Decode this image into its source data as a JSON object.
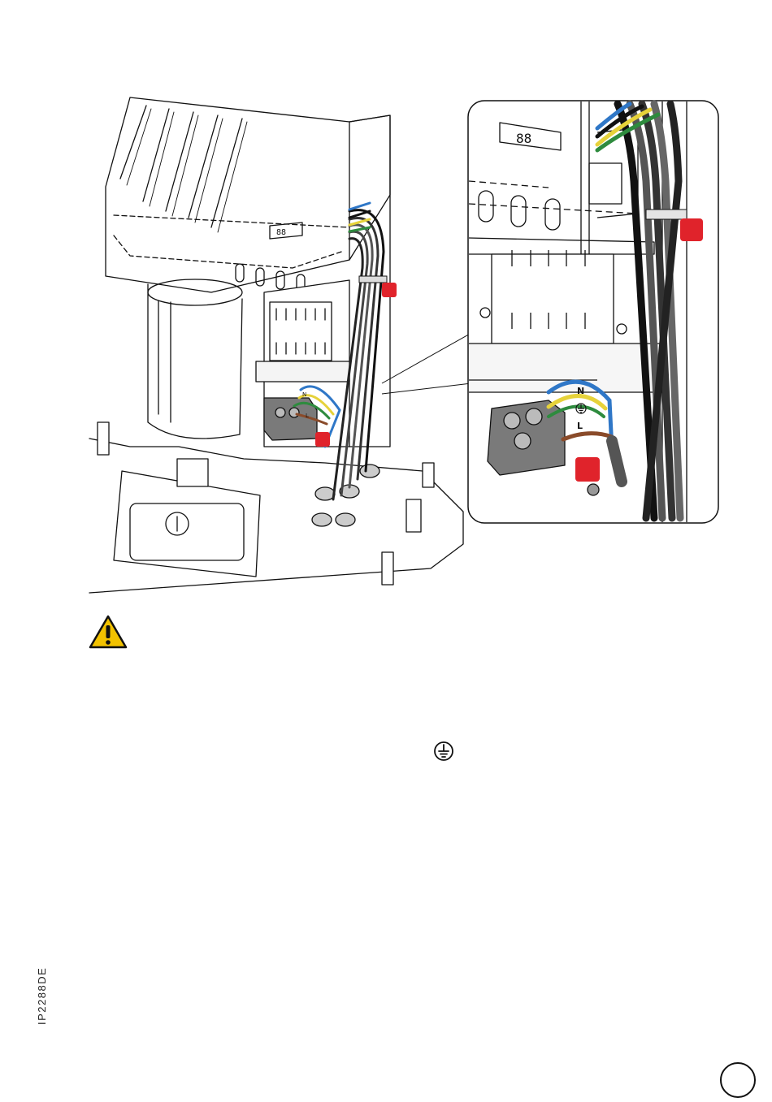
{
  "document": {
    "code": "IP2288DE",
    "page_badge_text": ""
  },
  "illustration": {
    "terminal_labels": {
      "neutral": "N",
      "live": "L"
    }
  },
  "icons": {
    "warning": "warning-triangle-icon",
    "ground": "ground-symbol-icon",
    "marker": "red-marker-icon"
  },
  "colors": {
    "neutral_wire": "#2f77c7",
    "earth_wire_yellow": "#e6d23a",
    "earth_wire_green": "#2e8b3e",
    "live_wire": "#8a4b2a",
    "marker_red": "#e0232b",
    "warning_yellow": "#f2c200",
    "terminal_grey": "#7a7a7a"
  }
}
